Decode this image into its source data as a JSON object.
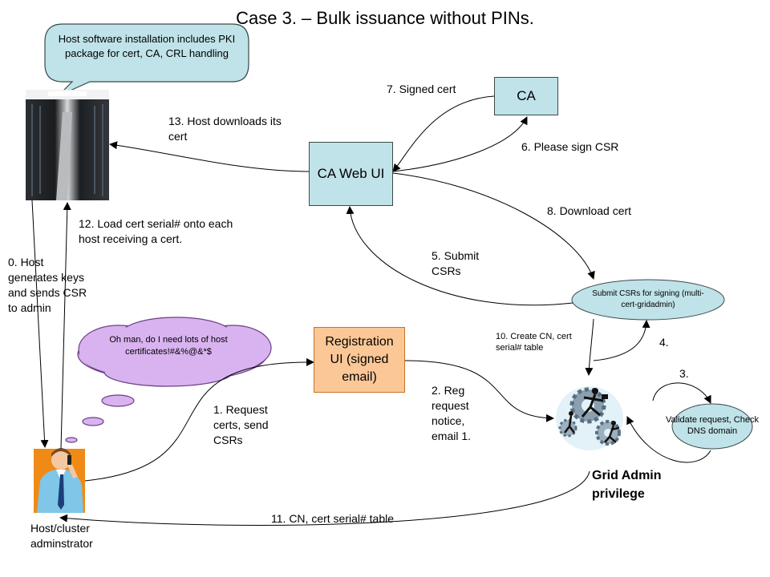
{
  "title": "Case 3. – Bulk issuance without PINs.",
  "callout": "Host software installation includes PKI package for cert, CA, CRL handling",
  "cloud": "Oh man, do I need lots of host certificates!#&%@&*$",
  "nodes": {
    "ca": "CA",
    "ca_web_ui": "CA Web UI",
    "registration_ui": "Registration UI (signed email)",
    "submit_csrs": "Submit CSRs for signing (multi-cert-gridadmin)",
    "validate": "Validate request, Check DNS domain",
    "grid_admin": "Grid Admin privilege",
    "host_admin": "Host/cluster adminstrator"
  },
  "steps": {
    "s0": "0. Host generates keys and sends CSR to admin",
    "s1": "1. Request certs, send CSRs",
    "s2": "2. Reg request notice, email 1.",
    "s3": "3.",
    "s4": "4.",
    "s5": "5. Submit CSRs",
    "s6": "6. Please sign CSR",
    "s7": "7. Signed cert",
    "s8": "8. Download cert",
    "s10": "10. Create CN, cert serial# table",
    "s11": "11. CN, cert serial# table",
    "s12": "12. Load cert serial# onto each host receiving a cert.",
    "s13": "13. Host downloads its cert"
  },
  "icons": {
    "server_room": "server-room-photo",
    "admin": "person-on-phone-icon",
    "grid_admin": "gears-people-icon"
  },
  "colors": {
    "ca_box": "#bfe3e8",
    "registration_box": "#fcc796",
    "callout": "#bfe3e8",
    "cloud": "#d9b3f0",
    "ellipse": "#bfe3e8"
  }
}
